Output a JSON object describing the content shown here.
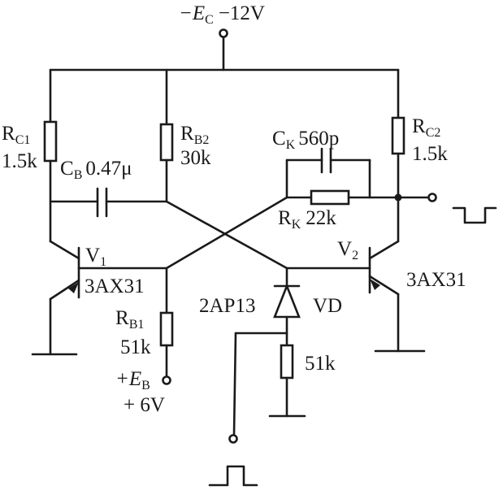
{
  "supply": {
    "label": "−EC −12V",
    "E": "−E",
    "sub": "C",
    "value": "−12V"
  },
  "bias": {
    "E": "+E",
    "sub": "B",
    "value": "+ 6V"
  },
  "rc1": {
    "R": "R",
    "sub": "C1",
    "value": "1.5k"
  },
  "rb2": {
    "R": "R",
    "sub": "B2",
    "value": "30k"
  },
  "cb": {
    "C": "C",
    "sub": "B",
    "value": "0.47μ"
  },
  "ck": {
    "C": "C",
    "sub": "K",
    "value": "560p"
  },
  "rk": {
    "R": "R",
    "sub": "K",
    "value": "22k"
  },
  "rc2": {
    "R": "R",
    "sub": "C2",
    "value": "1.5k"
  },
  "v1": {
    "V": "V",
    "sub": "1",
    "type": "3AX31"
  },
  "v2": {
    "V": "V",
    "sub": "2",
    "type": "3AX31"
  },
  "rb1": {
    "R": "R",
    "sub": "B1",
    "value": "51k"
  },
  "diode": {
    "type": "2AP13",
    "name": "VD"
  },
  "r_trigger": {
    "value": "51k"
  }
}
